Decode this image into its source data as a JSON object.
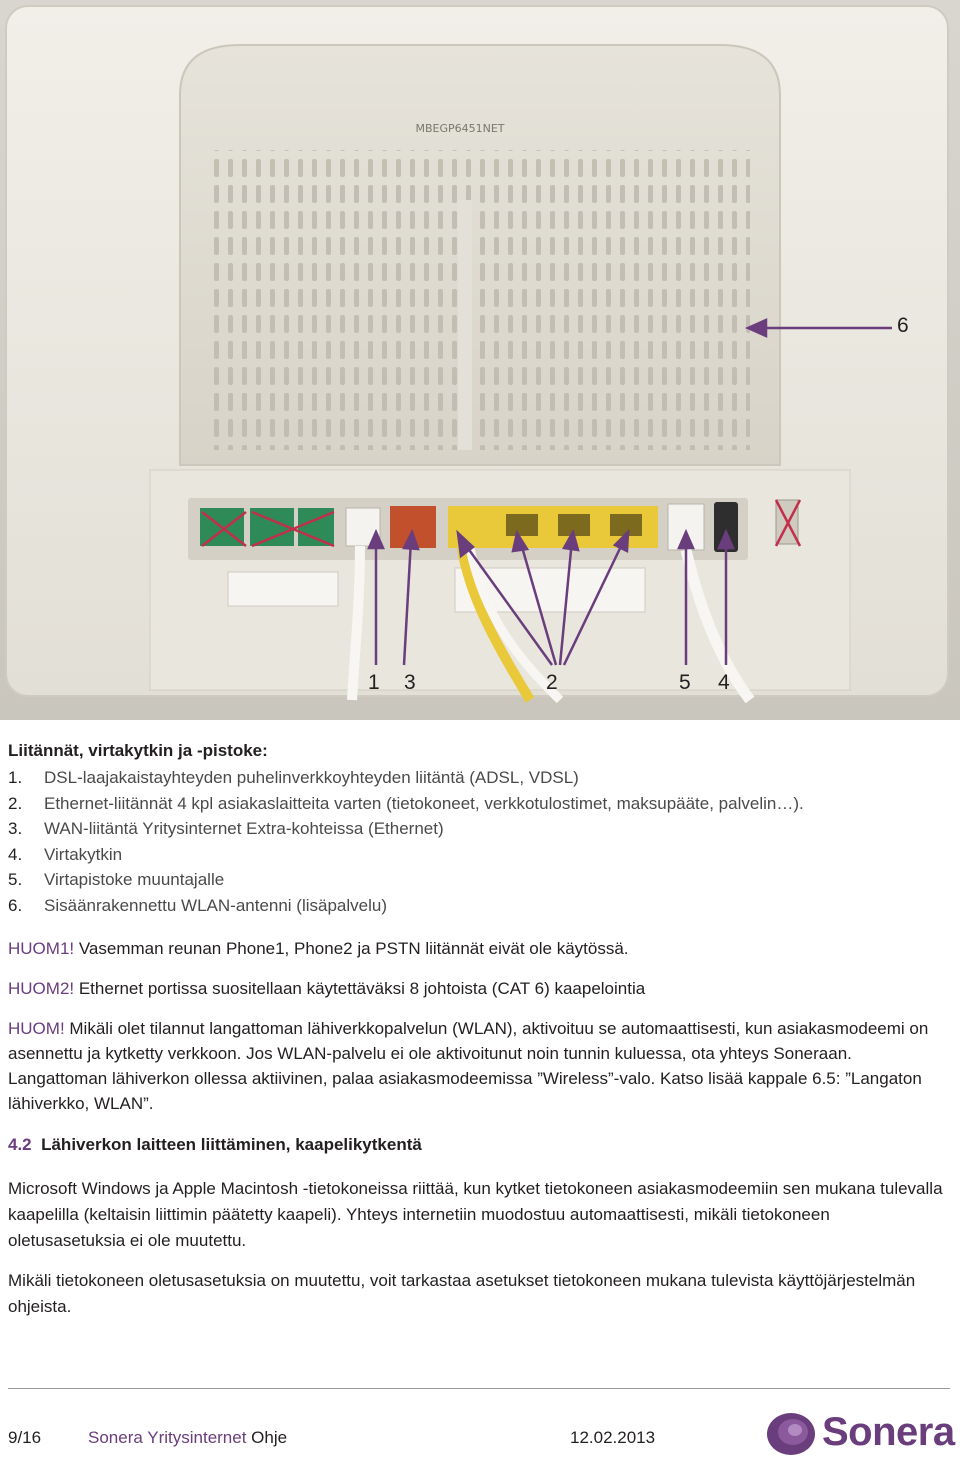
{
  "photo": {
    "model_text": "MBEGP6451NET",
    "callouts": {
      "n1": "1",
      "n3": "3",
      "n2": "2",
      "n5": "5",
      "n4": "4",
      "n6": "6"
    },
    "colors": {
      "purple": "#6a3d7c",
      "yellow_port": "#e9c93a",
      "red_port": "#c2502d",
      "green_port": "#2f8a5a"
    }
  },
  "connectors": {
    "title": "Liitännät, virtakytkin ja -pistoke:",
    "items": [
      {
        "num": "1.",
        "text": "DSL-laajakaistayhteyden puhelinverkkoyhteyden liitäntä (ADSL, VDSL)"
      },
      {
        "num": "2.",
        "text": "Ethernet-liitännät 4 kpl asiakaslaitteita varten (tietokoneet, verkkotulostimet, maksupääte, palvelin…)."
      },
      {
        "num": "3.",
        "text": "WAN-liitäntä Yritysinternet Extra-kohteissa (Ethernet)"
      },
      {
        "num": "4.",
        "text": "Virtakytkin"
      },
      {
        "num": "5.",
        "text": "Virtapistoke muuntajalle"
      },
      {
        "num": "6.",
        "text": "Sisäänrakennettu WLAN-antenni (lisäpalvelu)"
      }
    ]
  },
  "notes": {
    "note1_tag": "HUOM1!",
    "note1_text": " Vasemman reunan Phone1, Phone2 ja PSTN liitännät eivät ole käytössä.",
    "note2_tag": "HUOM2!",
    "note2_text": " Ethernet portissa suositellaan käytettäväksi 8 johtoista (CAT 6) kaapelointia",
    "note3_tag": "HUOM!",
    "note3_text": " Mikäli olet tilannut langattoman lähiverkkopalvelun (WLAN), aktivoituu se automaattisesti, kun asiakasmodeemi on asennettu ja kytketty verkkoon. Jos WLAN-palvelu ei ole aktivoitunut noin tunnin kuluessa, ota yhteys Soneraan. Langattoman lähiverkon ollessa aktiivinen, palaa asiakasmodeemissa ”Wireless”-valo. Katso lisää kappale 6.5: ”Langaton lähiverkko, WLAN”."
  },
  "section": {
    "number": "4.2",
    "title": "Lähiverkon laitteen liittäminen, kaapelikytkentä",
    "para1": "Microsoft Windows ja Apple Macintosh -tietokoneissa riittää, kun kytket tietokoneen asiakasmodeemiin sen mukana tulevalla kaapelilla (keltaisin liittimin päätetty kaapeli). Yhteys internetiin muodostuu automaattisesti, mikäli tietokoneen oletusasetuksia ei ole muutettu.",
    "para2": "Mikäli tietokoneen oletusasetuksia on muutettu, voit tarkastaa asetukset tietokoneen mukana tulevista käyttöjärjestelmän ohjeista."
  },
  "footer": {
    "page": "9/16",
    "product": "Sonera Yritysinternet",
    "doc": " Ohje",
    "date": "12.02.2013",
    "logo_text": "Sonera"
  }
}
